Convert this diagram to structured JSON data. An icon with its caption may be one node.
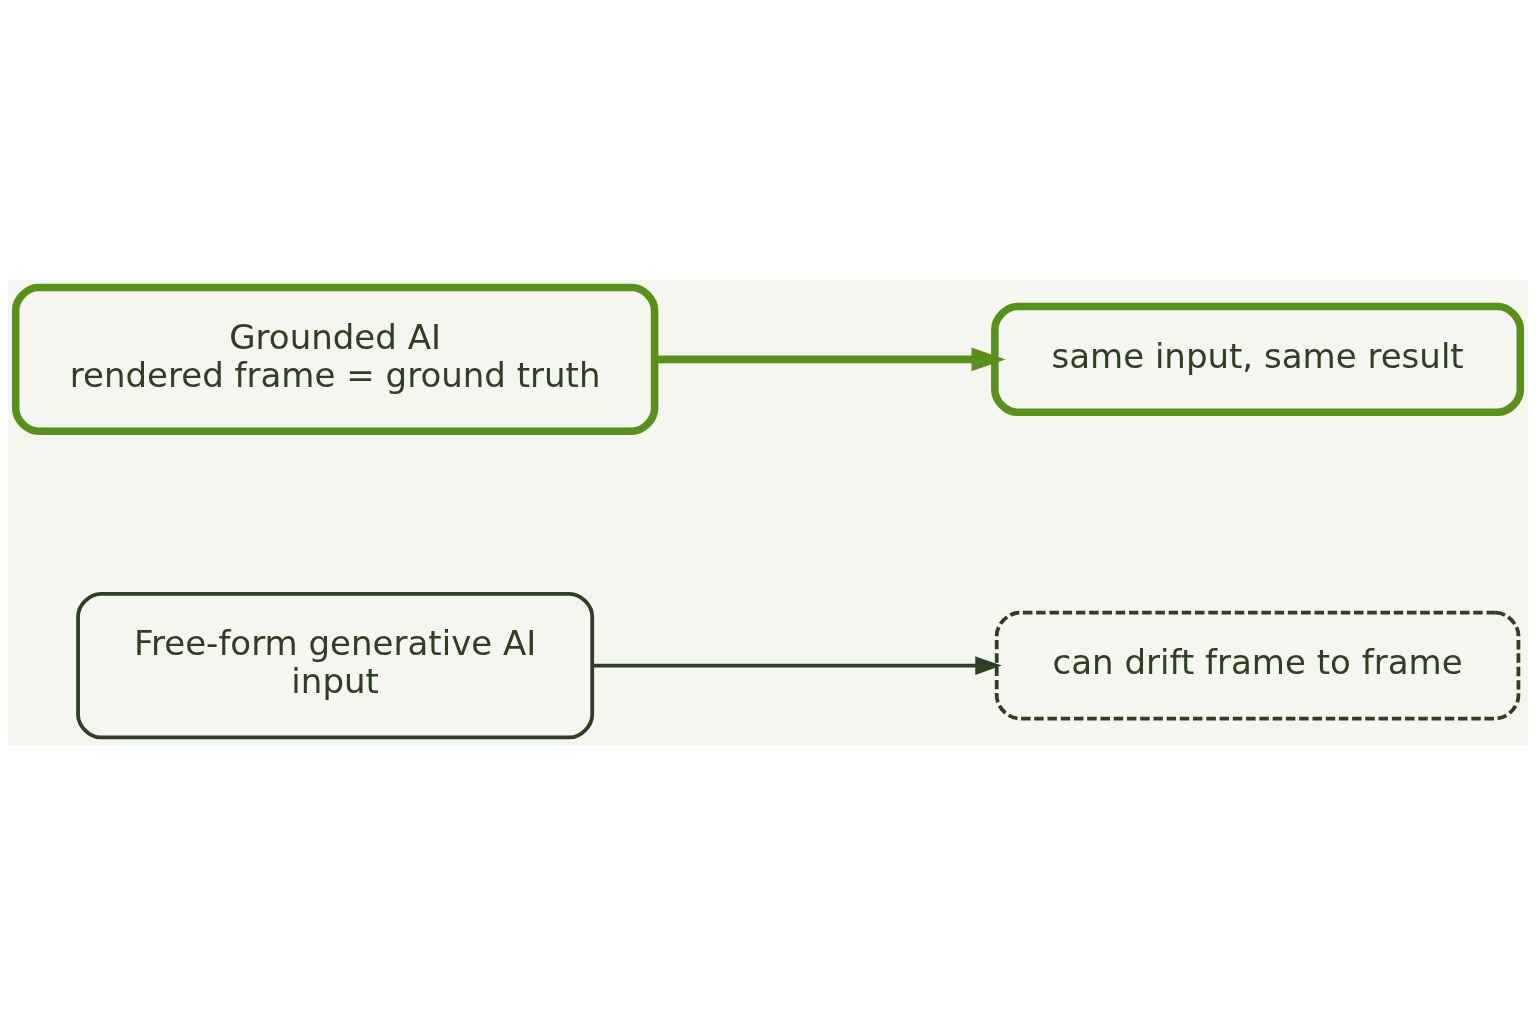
{
  "diagram": {
    "nodes": [
      {
        "text": [
          "Free-form generative AI",
          "input"
        ]
      },
      {
        "text": [
          "can drift frame to frame"
        ]
      },
      {
        "text": [
          "Grounded AI",
          "rendered frame = ground truth"
        ]
      },
      {
        "text": [
          "same input, same result"
        ]
      }
    ],
    "edges": [
      {
        "from": 0,
        "to": 1,
        "arrow": "to"
      },
      {
        "from": 2,
        "to": 3,
        "arrow": "to",
        "style": "thick",
        "color": "#5a8f1e"
      }
    ]
  }
}
